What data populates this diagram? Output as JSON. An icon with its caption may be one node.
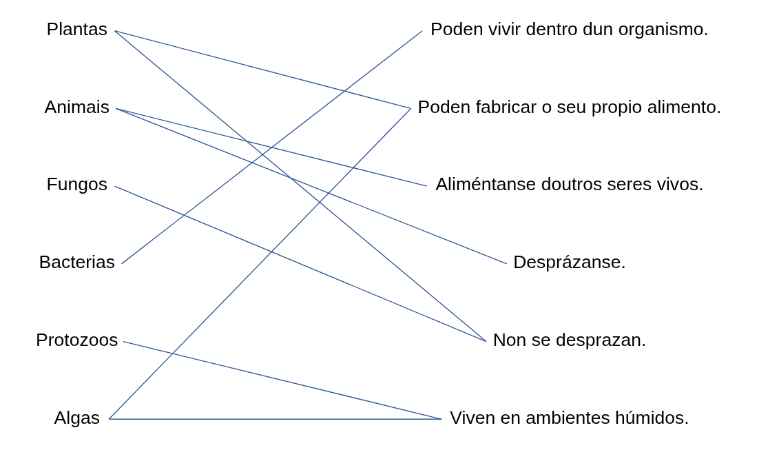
{
  "diagram": {
    "nodes": [
      {
        "text": [
          "Plantas"
        ]
      },
      {
        "text": [
          "Animais"
        ]
      },
      {
        "text": [
          "Fungos"
        ]
      },
      {
        "text": [
          "Bacterias"
        ]
      },
      {
        "text": [
          "Protozoos"
        ]
      },
      {
        "text": [
          "Algas"
        ]
      },
      {
        "text": [
          "Poden vivir dentro dun organismo."
        ]
      },
      {
        "text": [
          "Poden fabricar o seu propio alimento."
        ]
      },
      {
        "text": [
          "Aliméntanse doutros seres vivos."
        ]
      },
      {
        "text": [
          "Desprázanse."
        ]
      },
      {
        "text": [
          "Non se desprazan."
        ]
      },
      {
        "text": [
          "Viven en ambientes húmidos."
        ]
      }
    ],
    "edges": [
      {
        "from": 0,
        "to": 7,
        "arrow": "none"
      },
      {
        "from": 0,
        "to": 10,
        "arrow": "none"
      },
      {
        "from": 1,
        "to": 8,
        "arrow": "none"
      },
      {
        "from": 1,
        "to": 9,
        "arrow": "none"
      },
      {
        "from": 2,
        "to": 10,
        "arrow": "none"
      },
      {
        "from": 3,
        "to": 6,
        "arrow": "none"
      },
      {
        "from": 4,
        "to": 11,
        "arrow": "none"
      },
      {
        "from": 5,
        "to": 7,
        "arrow": "none"
      },
      {
        "from": 5,
        "to": 11,
        "arrow": "none"
      }
    ]
  }
}
